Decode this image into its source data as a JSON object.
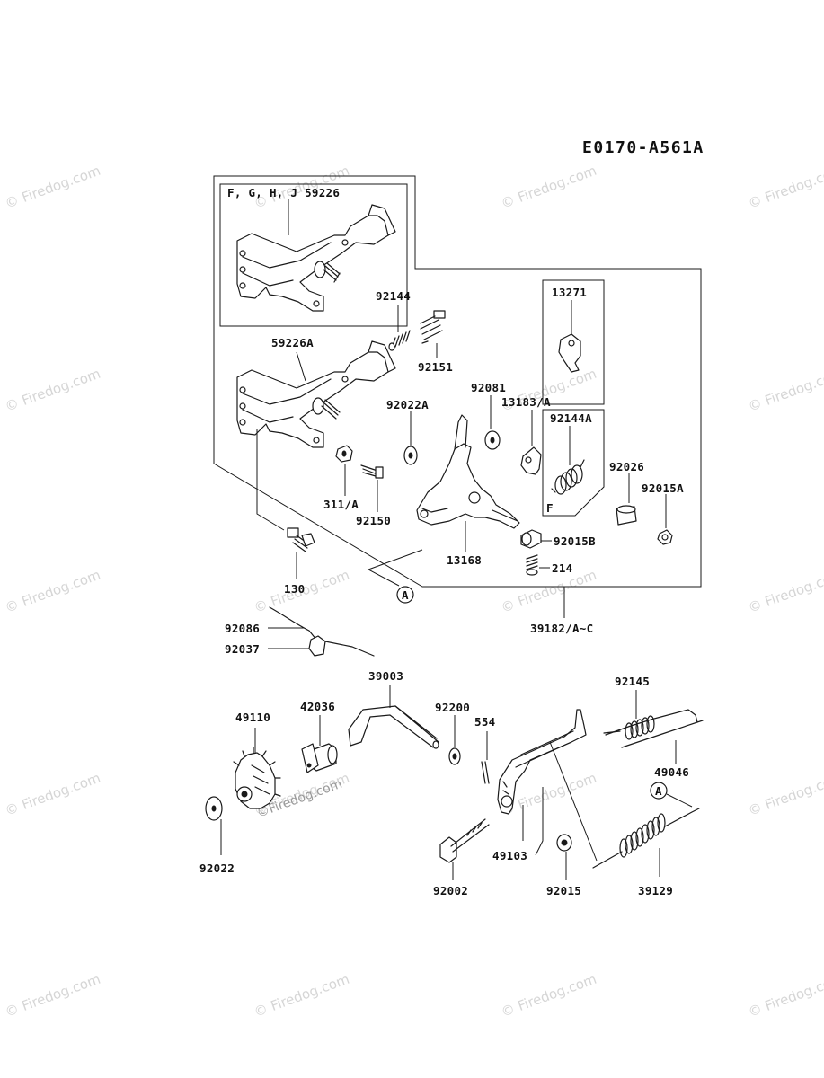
{
  "diagram": {
    "code": "E0170-A561A",
    "inset_f_label": "F",
    "callout_a": "A",
    "labels": {
      "fghj_59226": "F, G, H, J  59226",
      "p92144": "92144",
      "p92151": "92151",
      "p59226a": "59226A",
      "p13271": "13271",
      "p92081": "92081",
      "p13183a": "13183/A",
      "p92022a": "92022A",
      "p92144a": "92144A",
      "p92026": "92026",
      "p92015a": "92015A",
      "p311a": "311/A",
      "p92150": "92150",
      "p13168": "13168",
      "p92015b": "92015B",
      "p214": "214",
      "p130": "130",
      "p39182": "39182/A~C",
      "p92086": "92086",
      "p92037": "92037",
      "p39003": "39003",
      "p92145": "92145",
      "p49110": "49110",
      "p42036": "42036",
      "p92200": "92200",
      "p554": "554",
      "p49046": "49046",
      "p92022": "92022",
      "p49103": "49103",
      "p92002": "92002",
      "p92015": "92015",
      "p39129": "39129"
    }
  },
  "watermarks": {
    "text": "© Firedog.com",
    "center_text": "©Firedog.com"
  }
}
